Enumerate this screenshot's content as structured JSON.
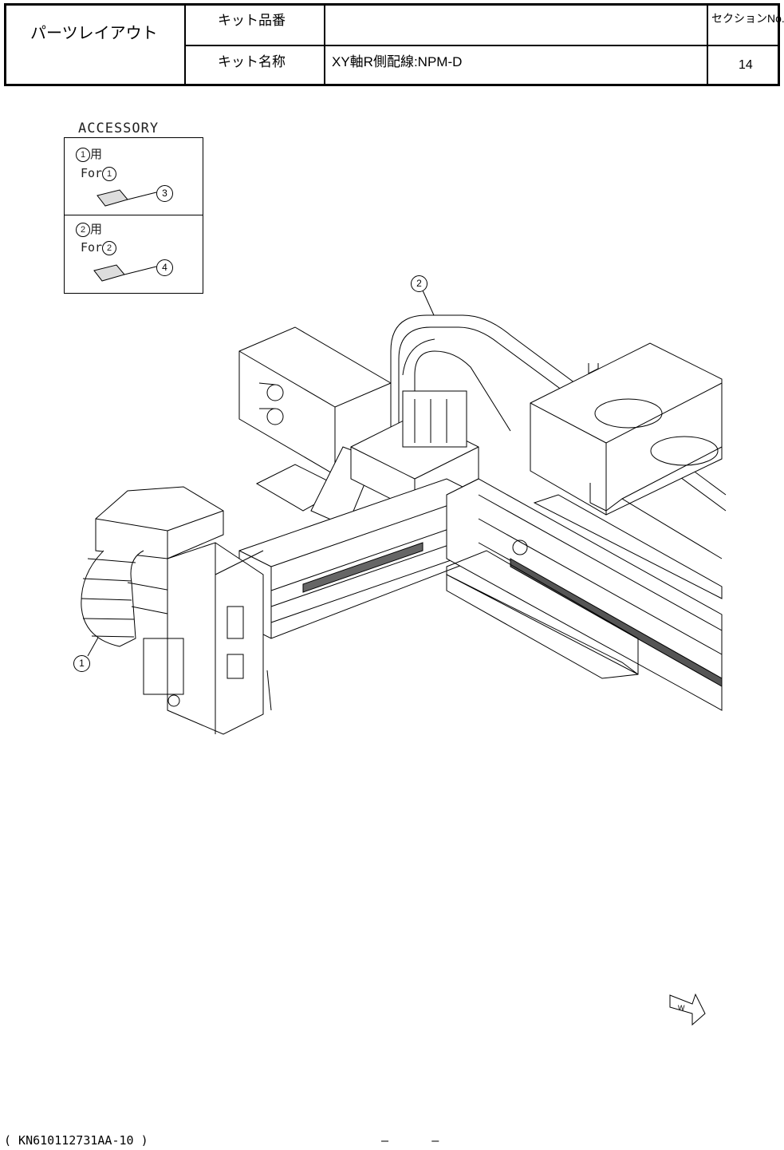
{
  "header": {
    "title": "パーツレイアウト",
    "kit_number_label": "キット品番",
    "kit_number_value": "",
    "kit_name_label": "キット名称",
    "kit_name_value": "XY軸R側配線:NPM-D",
    "section_label": "セクションNo.",
    "section_value": "14"
  },
  "accessory": {
    "title": "ACCESSORY",
    "group1_jp_suffix": "用",
    "group1_for": "For",
    "group1_ref": "1",
    "group1_part": "3",
    "group2_jp_suffix": "用",
    "group2_for": "For",
    "group2_ref": "2",
    "group2_part": "4"
  },
  "callouts": {
    "c1": "1",
    "c2": "2"
  },
  "footer": {
    "code": "( KN610112731AA-10 )",
    "page": "–      –"
  },
  "icons": {
    "direction": "arrow-w-icon"
  }
}
